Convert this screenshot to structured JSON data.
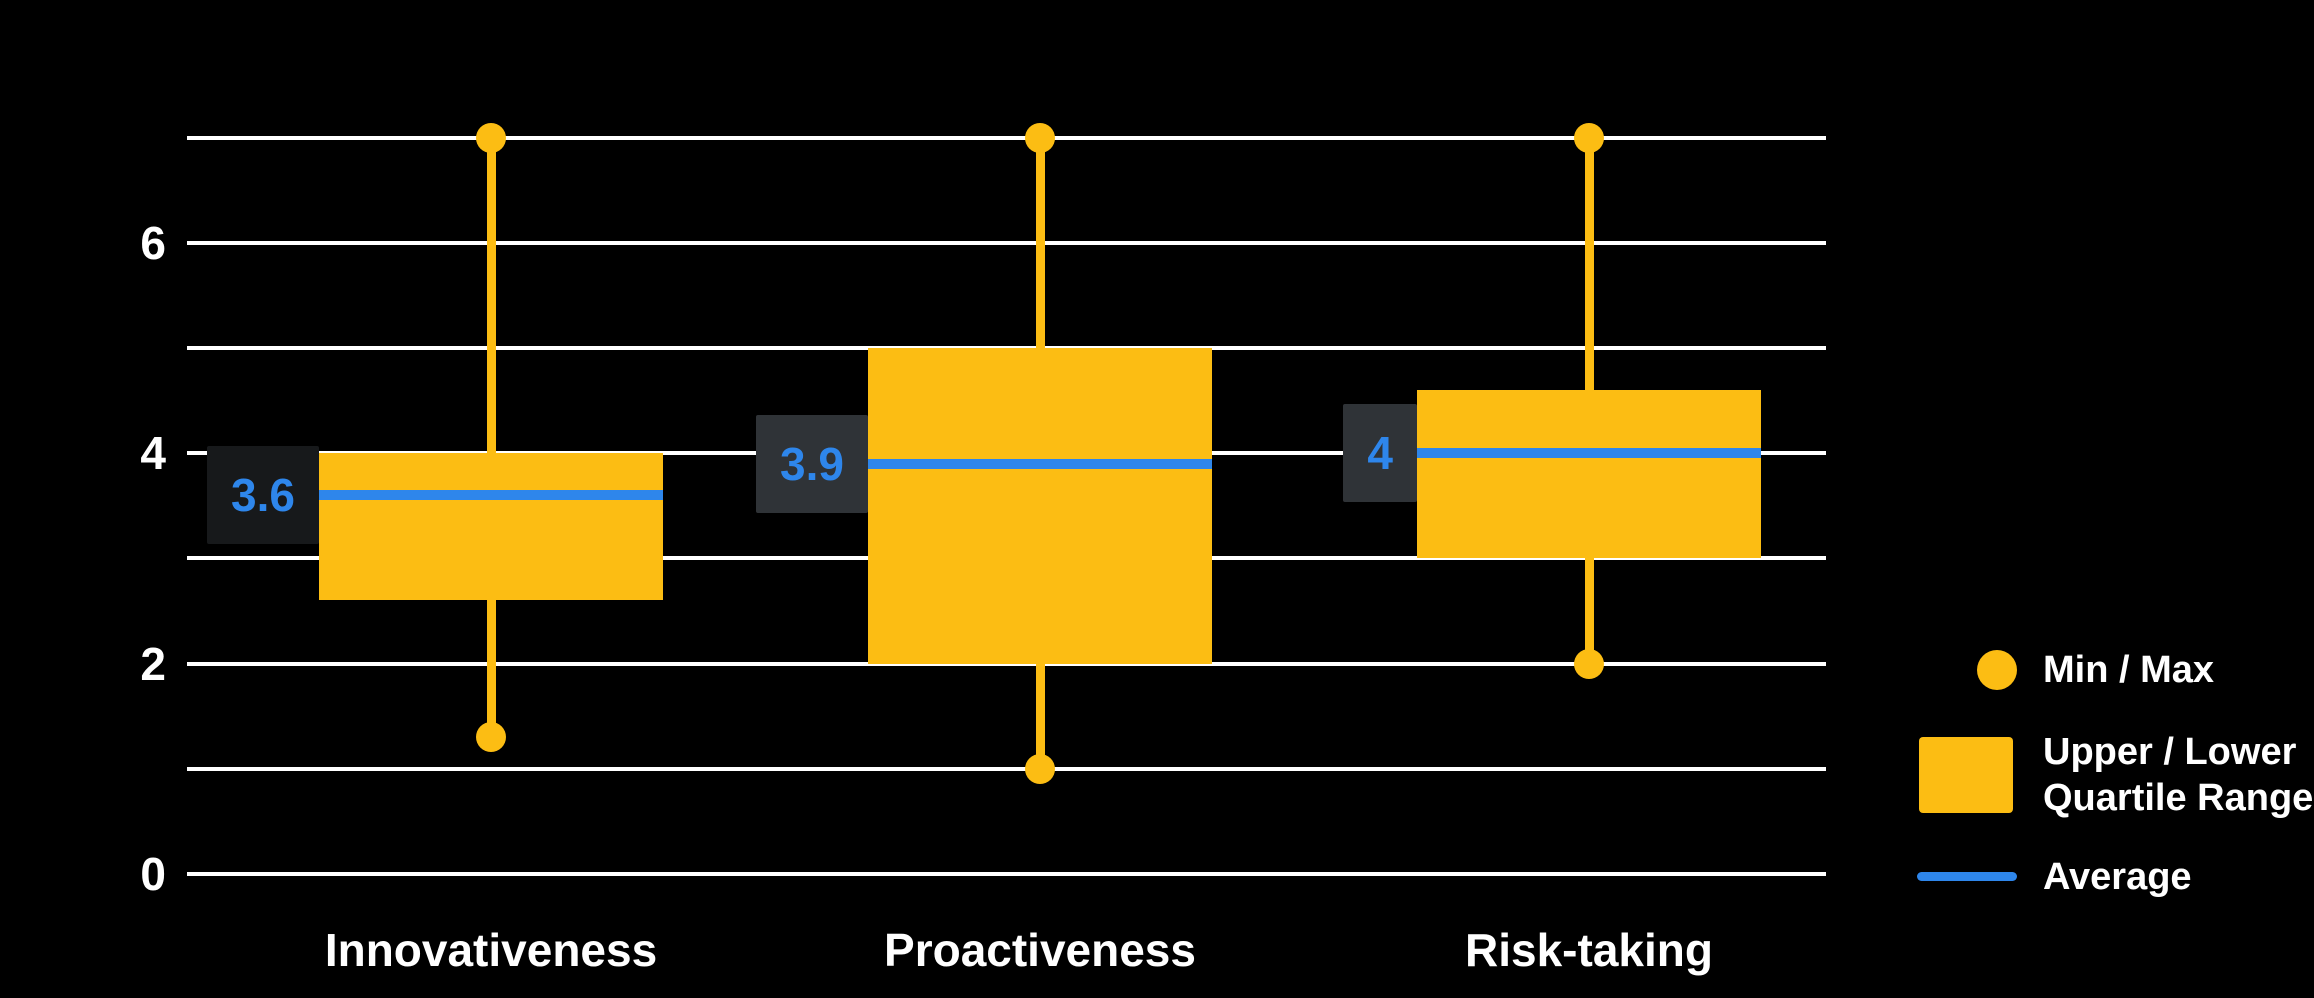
{
  "colors": {
    "background": "#000000",
    "yellow": "#FCBD13",
    "blue": "#2E86EB",
    "grid": "#FFFFFF",
    "text": "#FFFFFF",
    "tooltip_bg": "#2F3337",
    "tooltip_bg_faint": "#17191B"
  },
  "chart_data": {
    "type": "boxplot",
    "title": "",
    "categories": [
      "Innovativeness",
      "Proactiveness",
      "Risk-taking"
    ],
    "series": [
      {
        "name": "Innovativeness",
        "min": 1.3,
        "q1": 2.6,
        "q3": 4,
        "max": 7,
        "average": 3.6,
        "average_label": "3.6",
        "label_style": "faint"
      },
      {
        "name": "Proactiveness",
        "min": 1,
        "q1": 2,
        "q3": 5,
        "max": 7,
        "average": 3.9,
        "average_label": "3.9",
        "label_style": "solid"
      },
      {
        "name": "Risk-taking",
        "min": 2,
        "q1": 3,
        "q3": 4.6,
        "max": 7,
        "average": 4,
        "average_label": "4",
        "label_style": "solid"
      }
    ],
    "y_axis": {
      "min": 0,
      "max": 7,
      "gridline_step": 1,
      "gridline_values": [
        0,
        1,
        2,
        3,
        4,
        5,
        6,
        7
      ],
      "tick_values": [
        0,
        2,
        4,
        6
      ],
      "tick_labels": [
        "0",
        "2",
        "4",
        "6"
      ]
    },
    "grid": "on",
    "legend_position": "right",
    "legend": [
      {
        "marker": "circle",
        "label_lines": [
          "Min / Max"
        ]
      },
      {
        "marker": "square",
        "label_lines": [
          "Upper / Lower",
          "Quartile Range"
        ]
      },
      {
        "marker": "line",
        "label_lines": [
          "Average"
        ]
      }
    ]
  }
}
